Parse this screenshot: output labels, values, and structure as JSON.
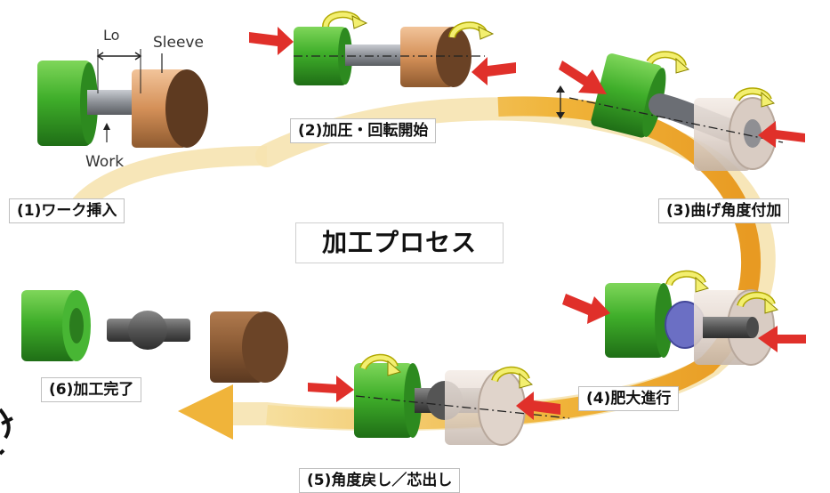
{
  "title": "加工プロセス",
  "steps": {
    "s1": "(1)ワーク挿入",
    "s2": "(2)加圧・回転開始",
    "s3": "(3)曲げ角度付加",
    "s4": "(4)肥大進行",
    "s5": "(5)角度戻し／芯出し",
    "s6": "(6)加工完了"
  },
  "parts": {
    "lo": "Lo",
    "sleeve": "Sleeve",
    "work": "Work"
  },
  "colors": {
    "green": "#3fae2a",
    "sleeve_copper": "#d49058",
    "sleeve_brown": "#8a5a34",
    "arrow_red": "#e0302a",
    "flow_gold": "#f2b640",
    "rotate_yellow": "#f3ef70"
  }
}
